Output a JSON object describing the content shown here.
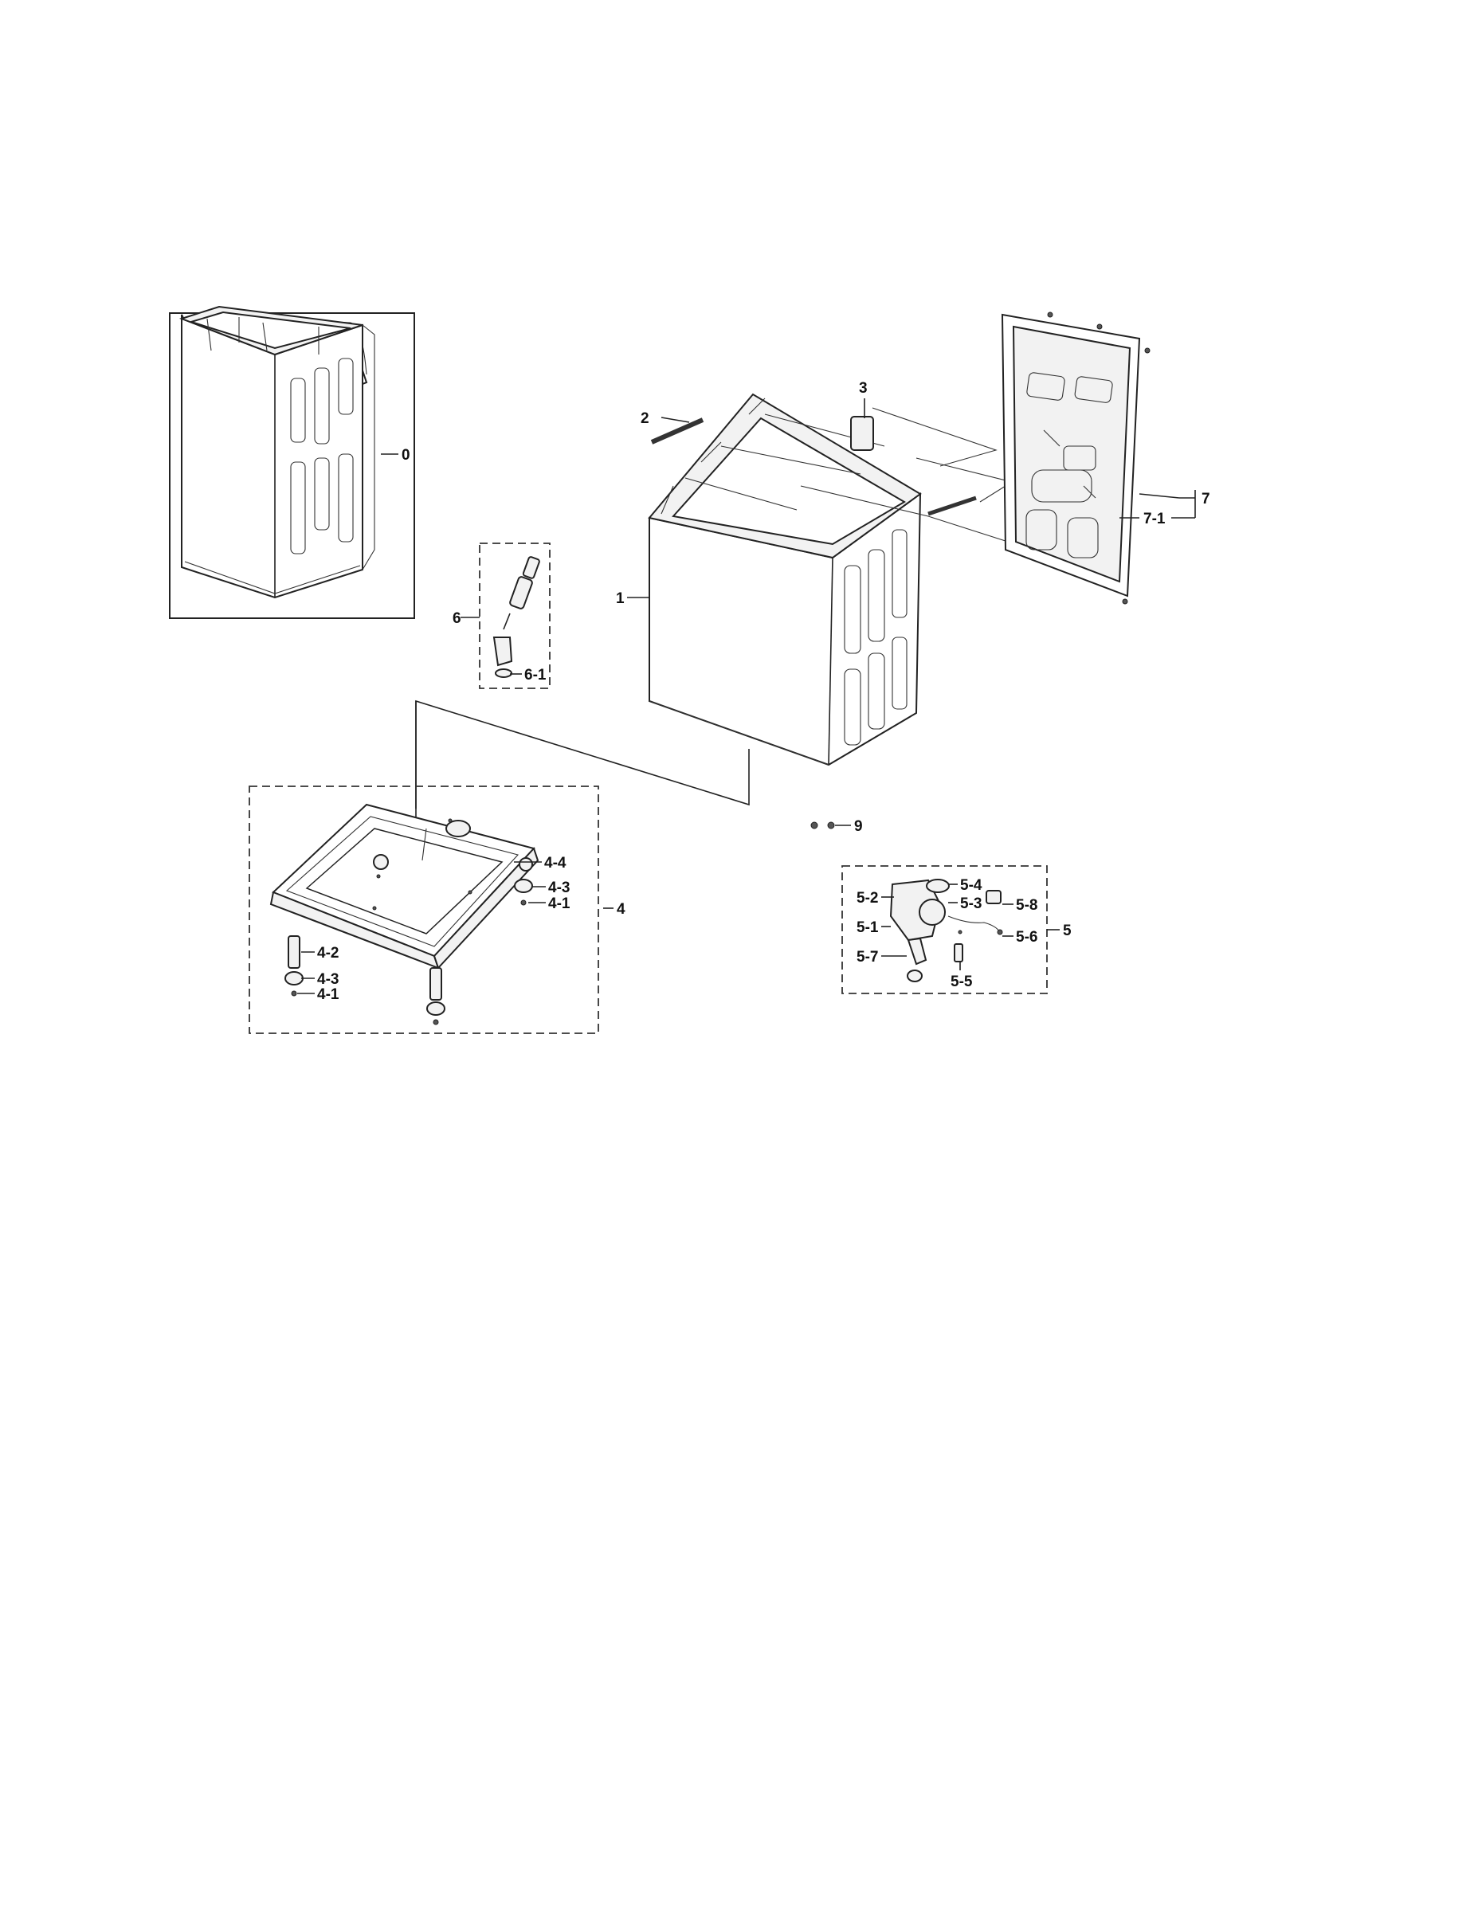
{
  "labels": {
    "l0": "0",
    "l1": "1",
    "l2": "2",
    "l3": "3",
    "l4": "4",
    "l4_1a": "4-1",
    "l4_1b": "4-1",
    "l4_2": "4-2",
    "l4_3a": "4-3",
    "l4_3b": "4-3",
    "l4_4": "4-4",
    "l5": "5",
    "l5_1": "5-1",
    "l5_2": "5-2",
    "l5_3": "5-3",
    "l5_4": "5-4",
    "l5_5": "5-5",
    "l5_6": "5-6",
    "l5_7": "5-7",
    "l5_8": "5-8",
    "l6": "6",
    "l6_1": "6-1",
    "l7": "7",
    "l7_1": "7-1",
    "l9": "9"
  }
}
